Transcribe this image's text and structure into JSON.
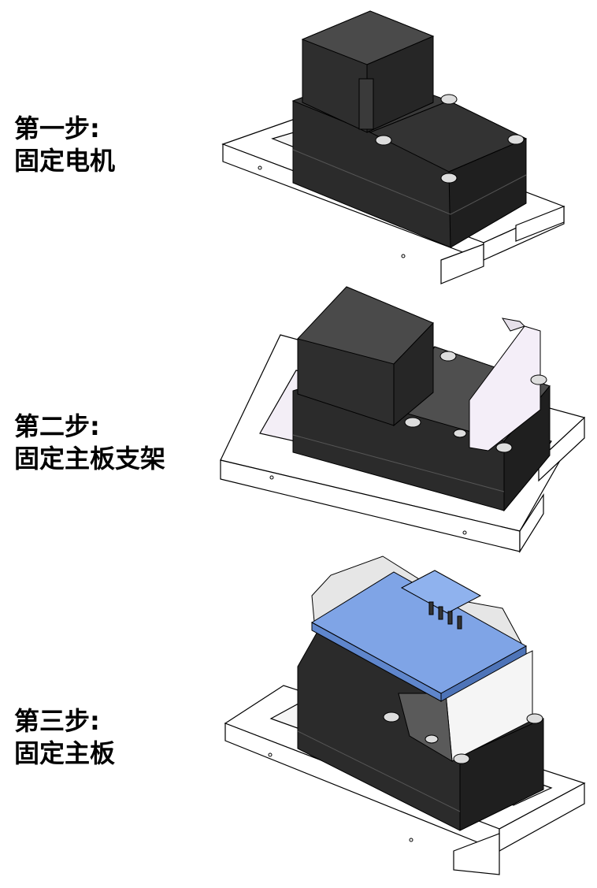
{
  "steps": [
    {
      "line1": "第一步:",
      "line2": "固定电机",
      "illustration": "motor-mounted-on-base-plate"
    },
    {
      "line1": "第二步:",
      "line2": "固定主板支架",
      "illustration": "mainboard-bracket-mounted"
    },
    {
      "line1": "第三步:",
      "line2": "固定主板",
      "illustration": "mainboard-mounted-on-bracket"
    }
  ],
  "colors": {
    "housing": "#2b2b2b",
    "housing_top": "#3d3d3d",
    "base_plate": "#ffffff",
    "outline": "#000000",
    "bracket": "#f4eef8",
    "board": "#7fa4e6",
    "cover": "rgba(200,200,200,0.45)"
  }
}
